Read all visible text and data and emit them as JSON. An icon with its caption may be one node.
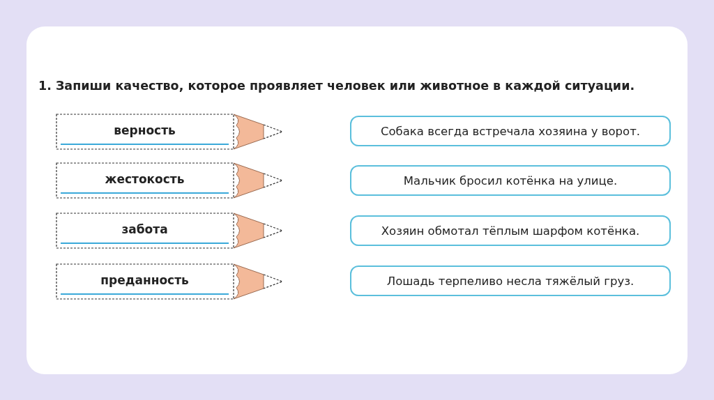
{
  "diagram": {
    "title": "1. Запиши качество, которое проявляет человек или животное в каждой ситуации.",
    "nodes": [
      {
        "text": [
          "верность"
        ]
      },
      {
        "text": [
          "жестокость"
        ]
      },
      {
        "text": [
          "забота"
        ]
      },
      {
        "text": [
          "преданность"
        ]
      },
      {
        "text": [
          "Собака всегда встречала хозяина у ворот."
        ]
      },
      {
        "text": [
          "Мальчик бросил котёнка на улице."
        ]
      },
      {
        "text": [
          "Хозяин обмотал тёплым шарфом котёнка."
        ]
      },
      {
        "text": [
          "Лошадь терпеливо несла тяжёлый груз."
        ]
      }
    ],
    "edges": []
  }
}
